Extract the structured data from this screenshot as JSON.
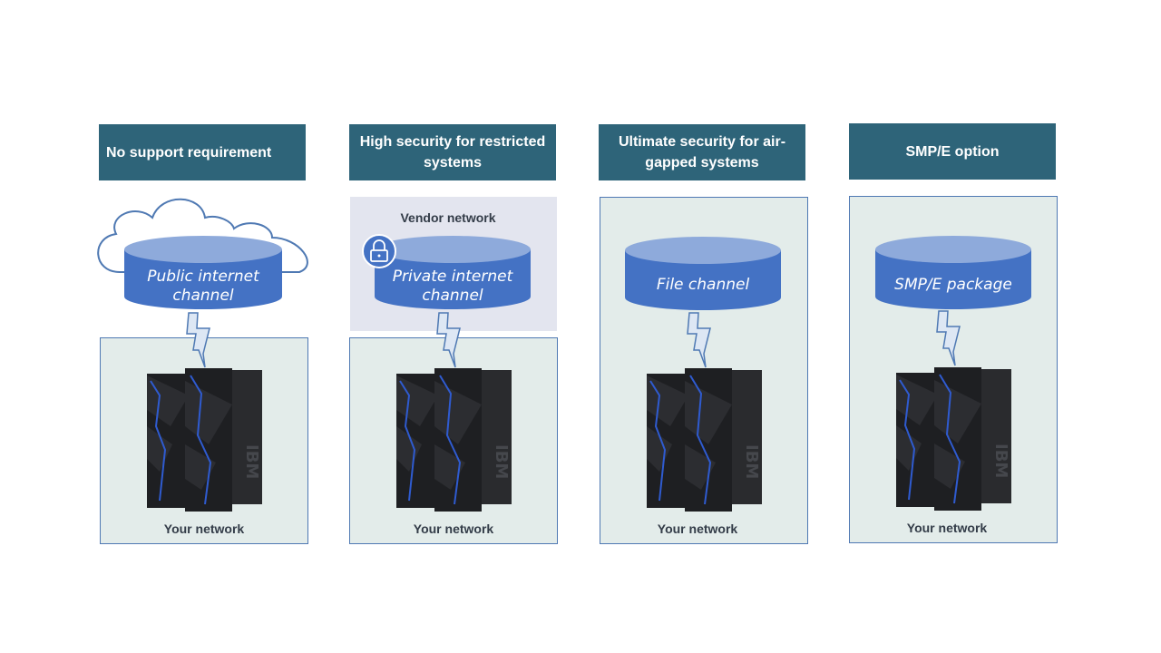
{
  "columns": [
    {
      "header": "No support requirement",
      "channel": "Public internet channel",
      "network_label": "Your network"
    },
    {
      "header": "High security for restricted systems",
      "channel": "Private internet channel",
      "vendor_label": "Vendor network",
      "network_label": "Your network"
    },
    {
      "header": "Ultimate security for air-gapped systems",
      "channel": "File channel",
      "network_label": "Your network"
    },
    {
      "header": "SMP/E option",
      "channel": "SMP/E package",
      "network_label": "Your network"
    }
  ],
  "server_brand": "IBM",
  "colors": {
    "header_bg": "#2e6479",
    "panel_bg": "#e3ecea",
    "panel_border": "#4f79b3",
    "vendor_bg": "#e3e5ef",
    "cylinder_body": "#4472c4",
    "cylinder_top": "#8eaadb",
    "cloud_fill": "#ffffff",
    "cloud_stroke": "#4f79b3",
    "server_dark": "#1e1f22",
    "server_accent": "#2f5bd0"
  },
  "icons": [
    "cloud-icon",
    "database-cylinder-icon",
    "lightning-bolt-icon",
    "lock-icon",
    "mainframe-server-icon"
  ]
}
